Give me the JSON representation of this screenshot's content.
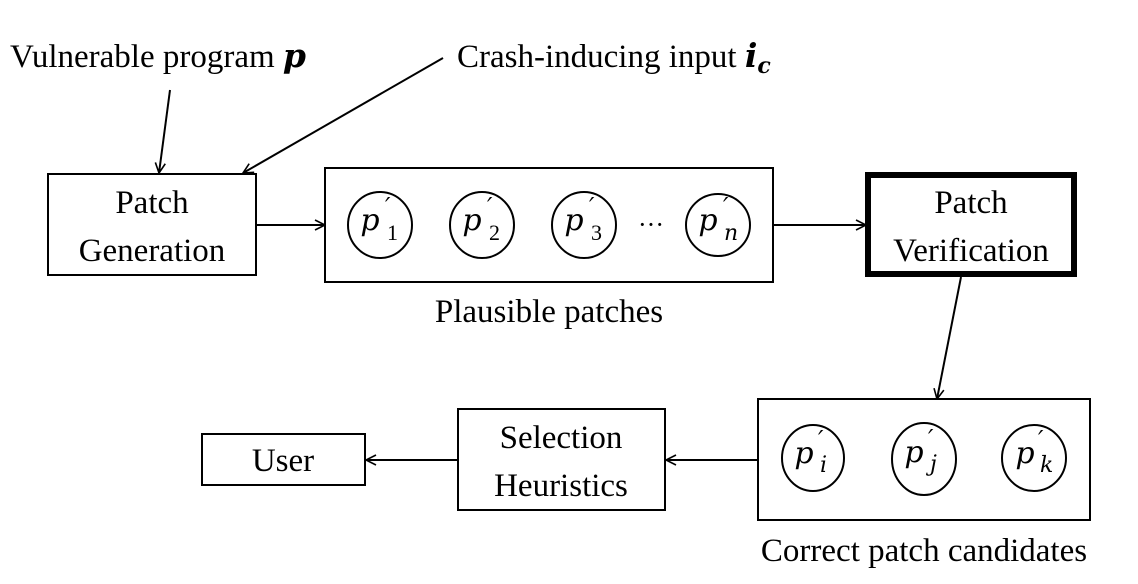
{
  "inputs": {
    "program_label": "Vulnerable program ",
    "program_var": "p",
    "input_label": "Crash-inducing input ",
    "input_var": "i",
    "input_sub": "c"
  },
  "nodes": {
    "patch_generation": [
      "Patch",
      "Generation"
    ],
    "patch_verification": [
      "Patch",
      "Verification"
    ],
    "selection_heuristics": [
      "Selection",
      "Heuristics"
    ],
    "user": "User"
  },
  "groups": {
    "plausible": {
      "caption": "Plausible patches",
      "ellipsis": "···",
      "items": [
        {
          "base": "p",
          "prime": "′",
          "sub": "1"
        },
        {
          "base": "p",
          "prime": "′",
          "sub": "2"
        },
        {
          "base": "p",
          "prime": "′",
          "sub": "3"
        },
        {
          "base": "p",
          "prime": "′",
          "sub": "n"
        }
      ]
    },
    "correct": {
      "caption": "Correct patch candidates",
      "items": [
        {
          "base": "p",
          "prime": "′",
          "sub": "i"
        },
        {
          "base": "p",
          "prime": "′",
          "sub": "j"
        },
        {
          "base": "p",
          "prime": "′",
          "sub": "k"
        }
      ]
    }
  }
}
